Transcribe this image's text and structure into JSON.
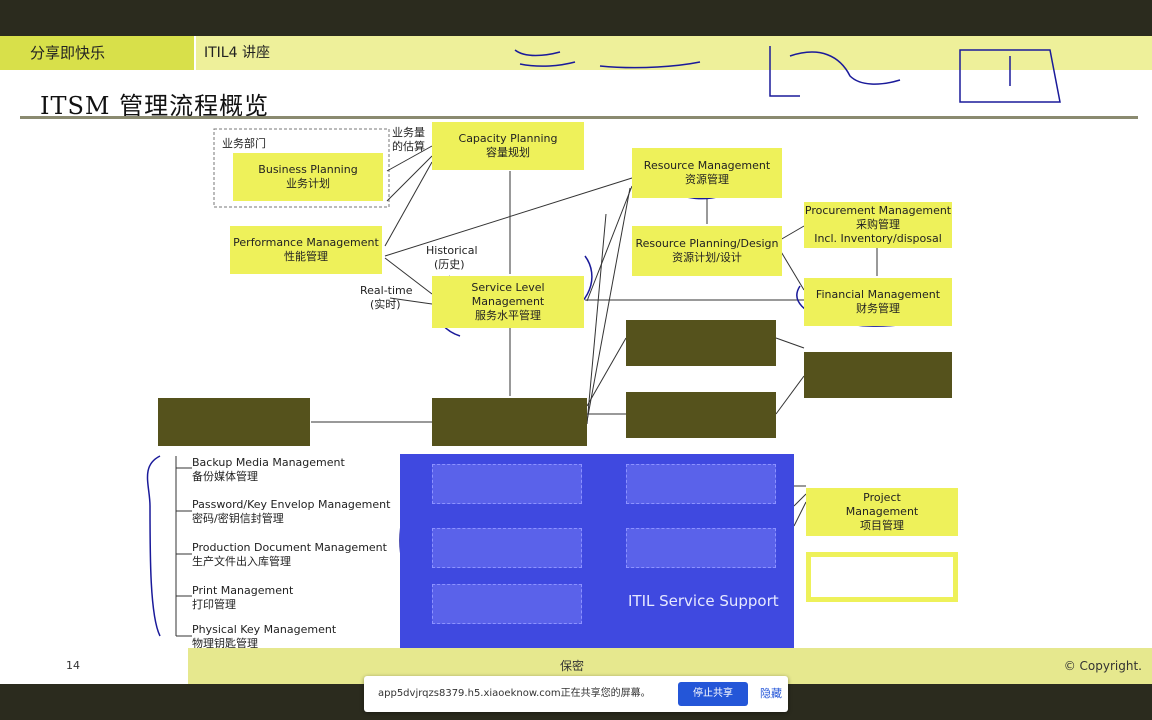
{
  "header": {
    "left_title": "分享即快乐",
    "right_title": "ITIL4 讲座"
  },
  "slide_title": "ITSM 管理流程概览",
  "nodes": {
    "business_dept": "业务部门",
    "business_planning": {
      "en": "Business Planning",
      "zh": "业务计划"
    },
    "business_estimate": "业务量\n的估算",
    "capacity_planning": {
      "en": "Capacity Planning",
      "zh": "容量规划"
    },
    "performance_mgmt": {
      "en": "Performance Management",
      "zh": "性能管理"
    },
    "historical": {
      "en": "Historical",
      "zh": "(历史)"
    },
    "realtime": {
      "en": "Real-time",
      "zh": "(实时)"
    },
    "service_level": {
      "en1": "Service Level",
      "en2": "Management",
      "zh": "服务水平管理"
    },
    "resource_mgmt": {
      "en": "Resource Management",
      "zh": "资源管理"
    },
    "resource_planning": {
      "en": "Resource Planning/Design",
      "zh": "资源计划/设计"
    },
    "procurement": {
      "en1": "Procurement Management",
      "zh": "采购管理",
      "en2": "Incl. Inventory/disposal"
    },
    "financial": {
      "en": "Financial Management",
      "zh": "财务管理"
    },
    "project": {
      "en1": "Project",
      "en2": "Management",
      "zh": "项目管理"
    }
  },
  "operation_list": [
    {
      "en": "Backup Media Management",
      "zh": "备份媒体管理"
    },
    {
      "en": "Password/Key Envelop Management",
      "zh": "密码/密钥信封管理"
    },
    {
      "en": "Production Document Management",
      "zh": "生产文件出入库管理"
    },
    {
      "en": "Print Management",
      "zh": "打印管理"
    },
    {
      "en": "Physical Key Management",
      "zh": "物理钥匙管理"
    }
  ],
  "itil_label": "ITIL Service Support",
  "footer": {
    "page": "14",
    "center": "保密",
    "copyright": "© Copyright."
  },
  "share": {
    "text": "app5dvjrqzs8379.h5.xiaoeknow.com正在共享您的屏幕。",
    "stop_button": "停止共享",
    "hide": "隐藏"
  }
}
